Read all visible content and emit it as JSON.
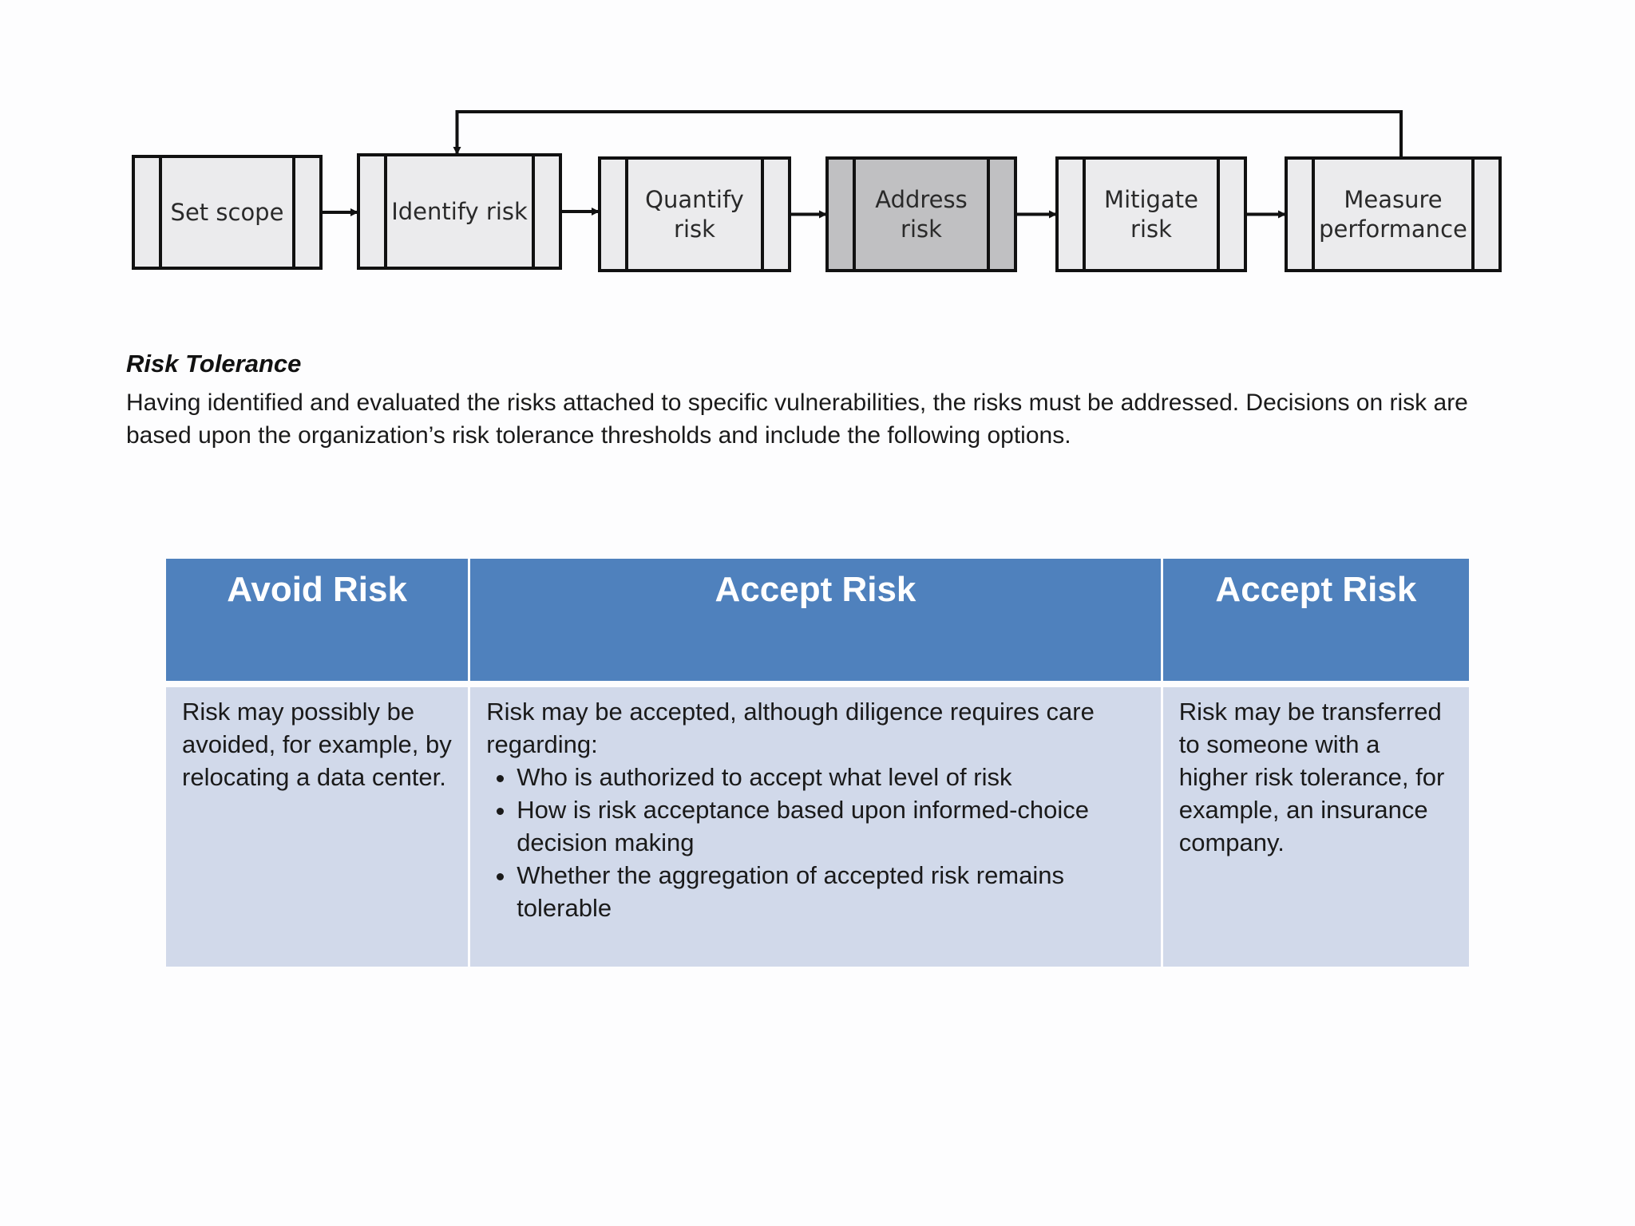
{
  "diagram": {
    "steps": [
      {
        "label": "Set scope",
        "highlighted": false
      },
      {
        "label": "Identify risk",
        "highlighted": false
      },
      {
        "label": "Quantify\nrisk",
        "highlighted": false
      },
      {
        "label": "Address\nrisk",
        "highlighted": true
      },
      {
        "label": "Mitigate\nrisk",
        "highlighted": false
      },
      {
        "label": "Measure\nperformance",
        "highlighted": false
      }
    ],
    "colors": {
      "box": "#ebebed",
      "highlight": "#c0c0c2",
      "stroke": "#111111"
    }
  },
  "section": {
    "title": "Risk Tolerance",
    "text": "Having identified and evaluated the risks attached to specific vulnerabilities, the risks must be addressed. Decisions on risk are based upon the organization’s risk tolerance thresholds and include the following options."
  },
  "table": {
    "colors": {
      "header": "#4f81bd",
      "body": "#d1d9ea"
    },
    "columns": [
      {
        "header": "Avoid Risk",
        "intro": "Risk may possibly be avoided, for example, by relocating a data center.",
        "bullets": []
      },
      {
        "header": "Accept Risk",
        "intro": "Risk may be accepted, although diligence requires care regarding:",
        "bullets": [
          "Who is authorized to accept what level of risk",
          "How is risk acceptance based upon informed-choice decision making",
          "Whether the aggregation of accepted risk remains tolerable"
        ]
      },
      {
        "header": "Accept Risk",
        "intro": "Risk may be transferred to someone with a higher risk tolerance, for example, an insurance company.",
        "bullets": []
      }
    ]
  }
}
